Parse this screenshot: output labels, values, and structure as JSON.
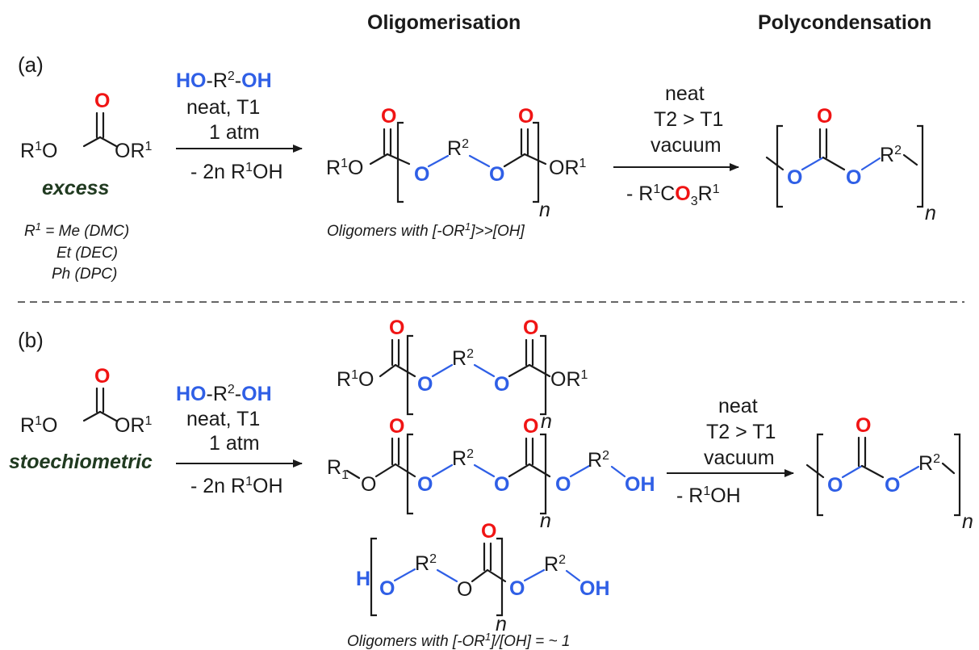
{
  "headers": {
    "oligomerisation": "Oligomerisation",
    "polycondensation": "Polycondensation"
  },
  "panel_a": {
    "label": "(a)",
    "reagent_ho": "HO",
    "reagent_r2": "-R",
    "reagent_sup2": "2",
    "reagent_dash": "-",
    "reagent_oh": "OH",
    "cond1": "neat, T1",
    "cond2": "1 atm",
    "byproduct1_a": "- 2n R",
    "byproduct1_sup": "1",
    "byproduct1_b": "OH",
    "carbonate_left": "R",
    "carbonate_left_sup": "1",
    "carbonate_left_o": "O",
    "carbonate_right": "OR",
    "carbonate_right_sup": "1",
    "excess": "excess",
    "r1_line1": "R",
    "r1_line1_sup": "1",
    "r1_line1_rest": " = Me (DMC)",
    "r1_line2": "Et (DEC)",
    "r1_line3": "Ph (DPC)",
    "olig_caption": "Oligomers with [-OR",
    "olig_caption_sup": "1",
    "olig_caption_rest": "]>>[OH]",
    "cond_neat": "neat",
    "cond_t2": "T2 > T1",
    "cond_vac": "vacuum",
    "byproduct2_a": "- R",
    "byproduct2_sup1": "1",
    "byproduct2_c": "C",
    "byproduct2_o3": "O",
    "byproduct2_sub3": "3",
    "byproduct2_r": "R",
    "byproduct2_sup2": "1",
    "n": "n"
  },
  "panel_b": {
    "label": "(b)",
    "stoichiometric": "stoechiometric",
    "byproduct2": "- R",
    "byproduct2_sup": "1",
    "byproduct2_b": "OH",
    "r_sub": "1",
    "h": "H",
    "caption_a": "Oligomers with [-OR",
    "caption_sup": "1",
    "caption_b": "]/[OH] = ~ 1"
  },
  "atoms": {
    "o": "O",
    "oh": "OH",
    "r": "R",
    "sup2": "2",
    "or": "OR",
    "sup1": "1"
  }
}
